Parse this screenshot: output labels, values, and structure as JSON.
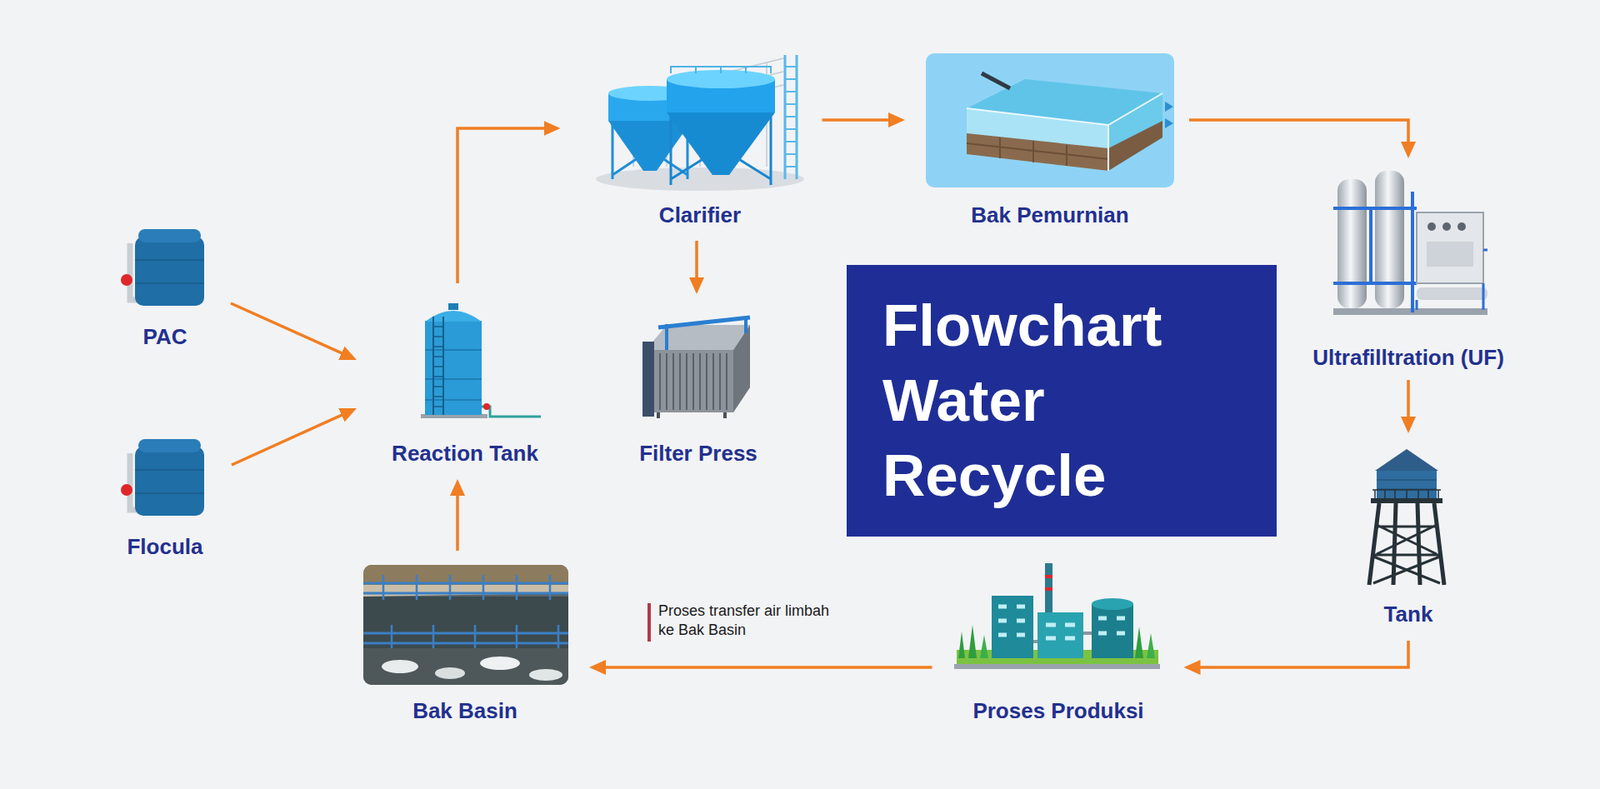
{
  "diagram": {
    "title": "Flowchart Water Recycle",
    "nodes": [
      {
        "text": [
          "PAC"
        ]
      },
      {
        "text": [
          "Flocula"
        ]
      },
      {
        "text": [
          "Reaction Tank"
        ]
      },
      {
        "text": [
          "Clarifier"
        ]
      },
      {
        "text": [
          "Filter Press"
        ]
      },
      {
        "text": [
          "Bak Pemurnian"
        ]
      },
      {
        "text": [
          "Ultrafilltration (UF)"
        ]
      },
      {
        "text": [
          "Tank"
        ]
      },
      {
        "text": [
          "Proses Produksi"
        ]
      },
      {
        "text": [
          "Bak Basin"
        ]
      }
    ],
    "edges": [
      {
        "from": 0,
        "to": 2,
        "arrow": "to"
      },
      {
        "from": 1,
        "to": 2,
        "arrow": "to"
      },
      {
        "from": 2,
        "to": 3,
        "arrow": "to"
      },
      {
        "from": 3,
        "to": 4,
        "arrow": "to"
      },
      {
        "from": 3,
        "to": 5,
        "arrow": "to"
      },
      {
        "from": 5,
        "to": 6,
        "arrow": "to"
      },
      {
        "from": 6,
        "to": 7,
        "arrow": "to"
      },
      {
        "from": 7,
        "to": 8,
        "arrow": "to"
      },
      {
        "from": 8,
        "to": 9,
        "label": "Proses transfer air limbah ke Bak Basin",
        "arrow": "to"
      },
      {
        "from": 9,
        "to": 2,
        "arrow": "to"
      }
    ]
  }
}
